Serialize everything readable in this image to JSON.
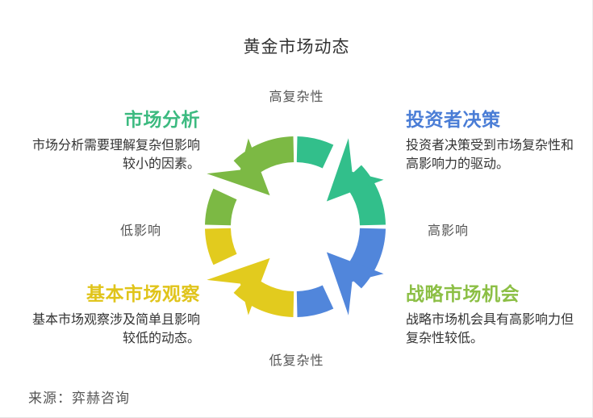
{
  "title": "黄金市场动态",
  "source": "来源：弈赫咨询",
  "axes": {
    "top": "高复杂性",
    "bottom": "低复杂性",
    "left": "低影响",
    "right": "高影响"
  },
  "quadrants": {
    "top_left": {
      "heading": "市场分析",
      "heading_color": "#3cba80",
      "body_line1": "市场分析需要理解复杂但影响",
      "body_line2": "较小的因素。"
    },
    "top_right": {
      "heading": "投资者决策",
      "heading_color": "#4a7dd6",
      "body_line1": "投资者决策受到市场复杂性和",
      "body_line2": "高影响力的驱动。"
    },
    "bottom_left": {
      "heading": "基本市场观察",
      "heading_color": "#e0c41a",
      "body_line1": "基本市场观察涉及简单且影响",
      "body_line2": "较低的动态。"
    },
    "bottom_right": {
      "heading": "战略市场机会",
      "heading_color": "#8cbf45",
      "body_line1": "战略市场机会具有高影响力但",
      "body_line2": "复杂性较低。"
    }
  },
  "ring_colors": {
    "top_left": "#7cb944",
    "top_right": "#32bf8b",
    "bottom_right": "#5186db",
    "bottom_left": "#e2cb1e"
  },
  "text_colors": {
    "title": "#333333",
    "body": "#333333",
    "axis": "#555555",
    "source": "#555555"
  }
}
